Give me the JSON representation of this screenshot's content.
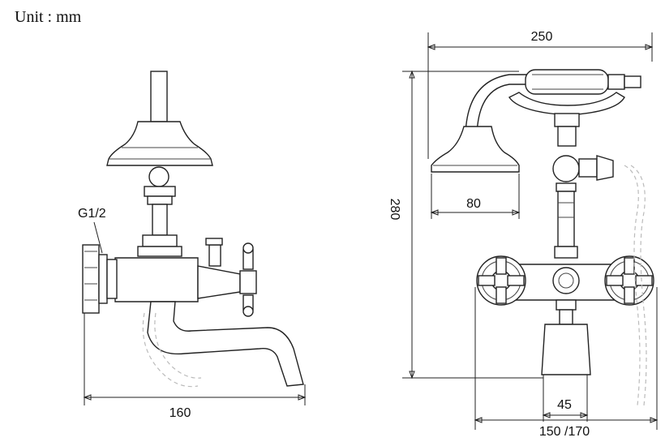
{
  "diagram": {
    "unit_label": "Unit : mm",
    "thread_label": "G1/2",
    "dims": {
      "side_width": "160",
      "front_width": "250",
      "height": "280",
      "shower_diameter": "80",
      "spout_width": "45",
      "center_distance": "150 /170"
    }
  }
}
